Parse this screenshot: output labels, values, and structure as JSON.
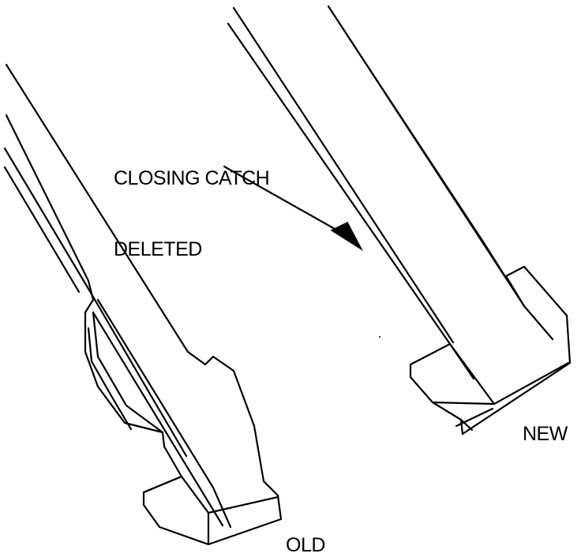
{
  "callout": {
    "line1": "CLOSING CATCH",
    "line2": "DELETED"
  },
  "labels": {
    "new": "NEW",
    "old": "OLD"
  },
  "colors": {
    "ink": "#000000",
    "paper": "#ffffff"
  }
}
